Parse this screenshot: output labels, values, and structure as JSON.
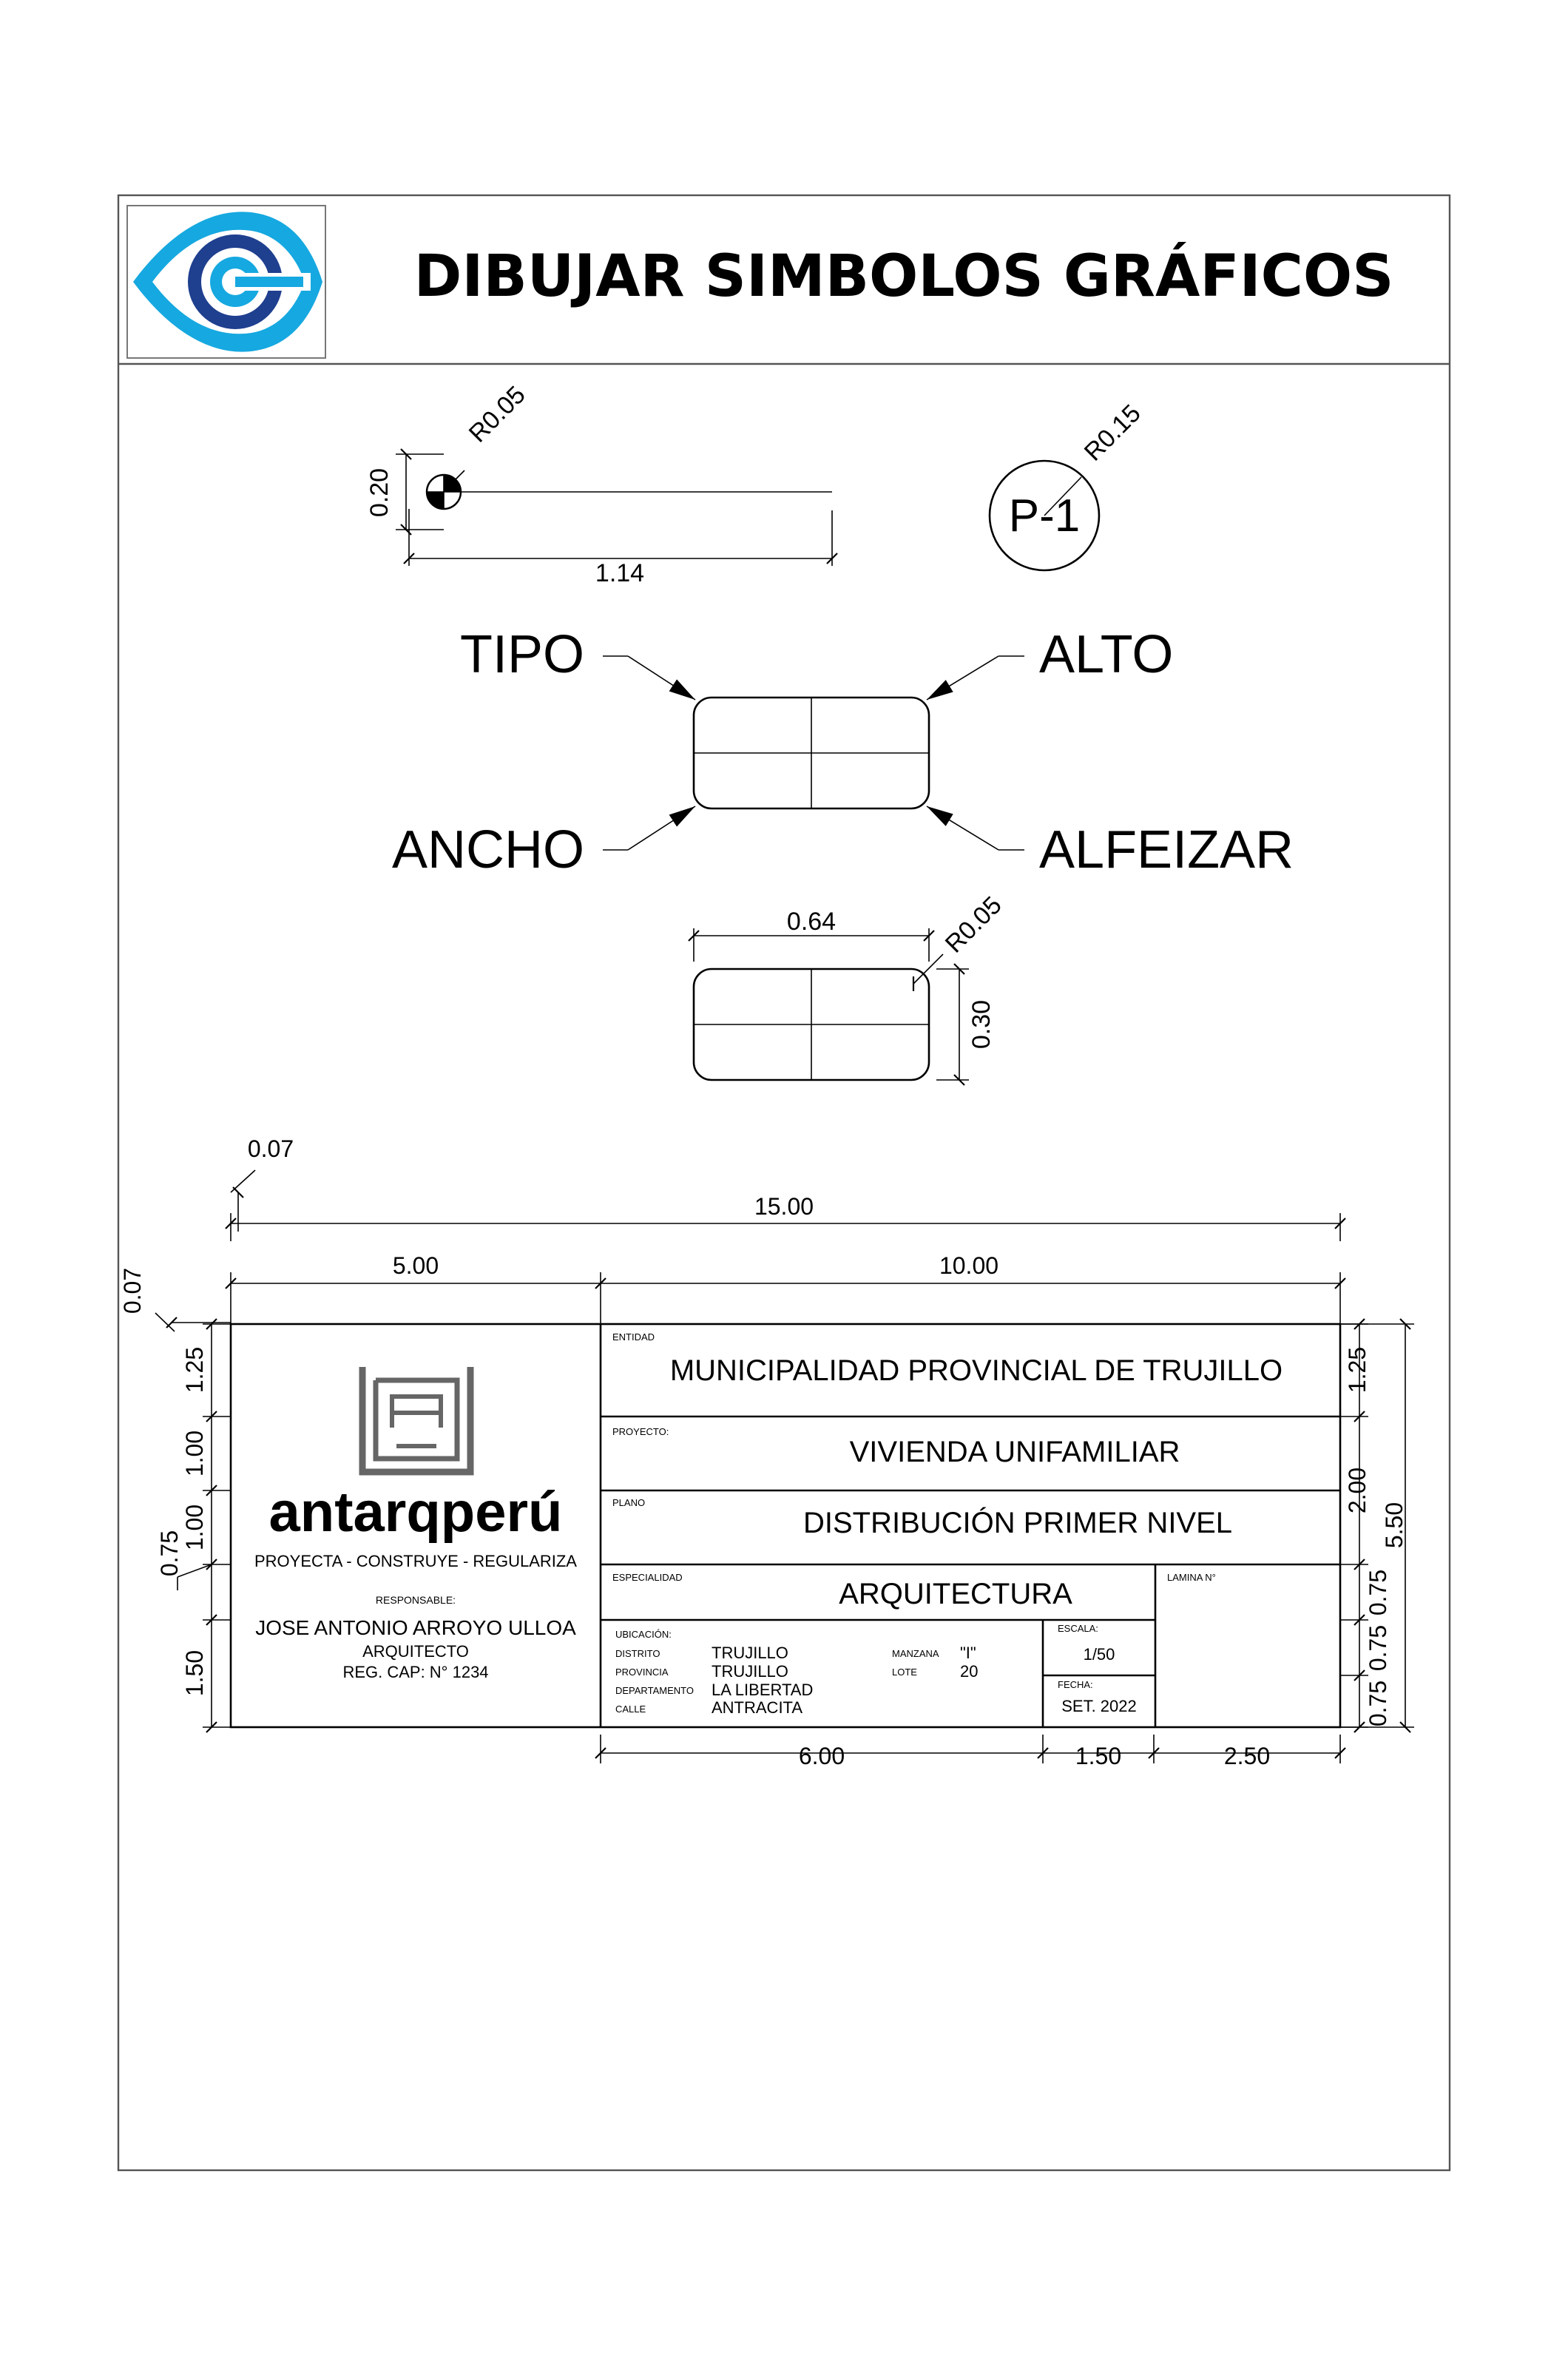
{
  "header": {
    "title": "DIBUJAR SIMBOLOS GRÁFICOS",
    "logo_icon": "eye-c-logo-icon",
    "colors": {
      "logo_blue_dark": "#1f3f8f",
      "logo_blue_light": "#16a8e0"
    }
  },
  "symbol_axis": {
    "radius": "R0.05",
    "height": "0.20",
    "length": "1.14"
  },
  "symbol_section": {
    "radius": "R0.15",
    "label": "P-1"
  },
  "window_callouts": {
    "tipo": "TIPO",
    "alto": "ALTO",
    "ancho": "ANCHO",
    "alfeizar": "ALFEIZAR"
  },
  "window_dims": {
    "width": "0.64",
    "radius": "R0.05",
    "height": "0.30"
  },
  "title_block_dims": {
    "offset_top": "0.07",
    "total": "15.00",
    "left": "5.00",
    "right": "10.00",
    "offset_left": "0.07",
    "left_rows": [
      "1.25",
      "1.00",
      "1.00",
      "0.75",
      "1.50"
    ],
    "right_rows": [
      "1.25",
      "2.00",
      "5.50",
      "0.75",
      "0.75",
      "0.75"
    ],
    "bottom": [
      "6.00",
      "1.50",
      "2.50"
    ]
  },
  "title_block": {
    "brand": "antarqperú",
    "tagline": "PROYECTA - CONSTRUYE - REGULARIZA",
    "responsable_label": "RESPONSABLE:",
    "responsable_name": "JOSE ANTONIO ARROYO ULLOA",
    "responsable_role": "ARQUITECTO",
    "responsable_reg": "REG. CAP: N° 1234",
    "entidad_label": "ENTIDAD",
    "entidad": "MUNICIPALIDAD PROVINCIAL DE TRUJILLO",
    "proyecto_label": "PROYECTO:",
    "proyecto": "VIVIENDA UNIFAMILIAR",
    "plano_label": "PLANO",
    "plano": "DISTRIBUCIÓN PRIMER NIVEL",
    "especialidad_label": "ESPECIALIDAD",
    "especialidad": "ARQUITECTURA",
    "lamina_label": "LAMINA N°",
    "ubicacion_label": "UBICACIÓN:",
    "distrito_label": "DISTRITO",
    "distrito": "TRUJILLO",
    "provincia_label": "PROVINCIA",
    "provincia": "TRUJILLO",
    "departamento_label": "DEPARTAMENTO",
    "departamento": "LA LIBERTAD",
    "calle_label": "CALLE",
    "calle": "ANTRACITA",
    "manzana_label": "MANZANA",
    "manzana": "\"I\"",
    "lote_label": "LOTE",
    "lote": "20",
    "escala_label": "ESCALA:",
    "escala": "1/50",
    "fecha_label": "FECHA:",
    "fecha": "SET. 2022"
  }
}
